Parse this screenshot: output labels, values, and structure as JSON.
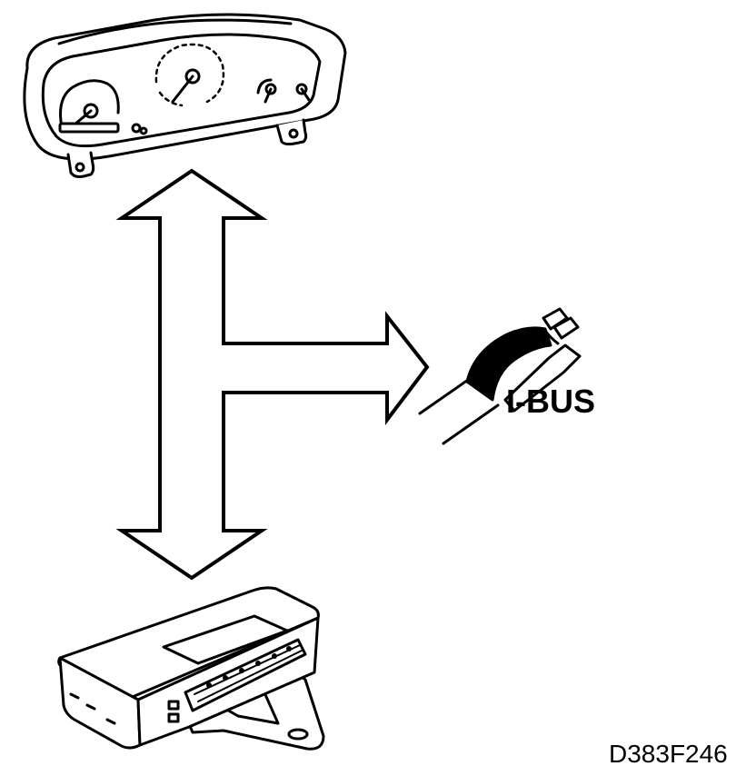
{
  "labels": {
    "bus_name": "I-BUS",
    "figure_code": "D383F246"
  },
  "colors": {
    "line": "#000000",
    "fill": "#ffffff"
  },
  "components": {
    "top": "instrument-cluster",
    "bottom": "control-module",
    "branch": "bus-connector"
  }
}
